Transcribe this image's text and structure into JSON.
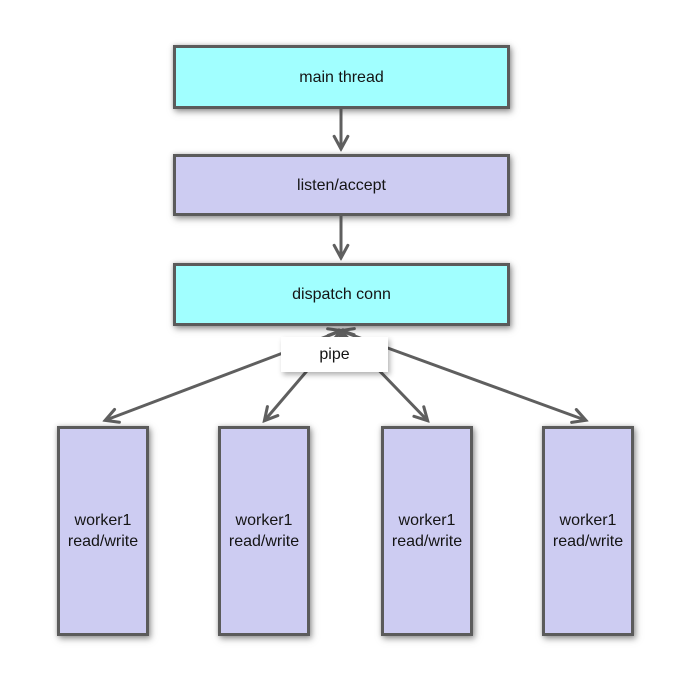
{
  "diagram": {
    "nodes": {
      "main_thread": {
        "label": "main thread",
        "fill": "cyan"
      },
      "listen_accept": {
        "label": "listen/accept",
        "fill": "lavender"
      },
      "dispatch_conn": {
        "label": "dispatch conn",
        "fill": "cyan"
      },
      "pipe": {
        "label": "pipe",
        "fill": "white"
      },
      "workers": [
        {
          "line1": "worker1",
          "line2": "read/write",
          "fill": "lavender"
        },
        {
          "line1": "worker1",
          "line2": "read/write",
          "fill": "lavender"
        },
        {
          "line1": "worker1",
          "line2": "read/write",
          "fill": "lavender"
        },
        {
          "line1": "worker1",
          "line2": "read/write",
          "fill": "lavender"
        }
      ]
    },
    "edges": [
      {
        "from": "main thread",
        "to": "listen/accept",
        "bidirectional": false
      },
      {
        "from": "listen/accept",
        "to": "dispatch conn",
        "bidirectional": false
      },
      {
        "from": "dispatch conn",
        "to": "worker 1",
        "label": "pipe",
        "bidirectional": true
      },
      {
        "from": "dispatch conn",
        "to": "worker 2",
        "label": "pipe",
        "bidirectional": true
      },
      {
        "from": "dispatch conn",
        "to": "worker 3",
        "label": "pipe",
        "bidirectional": true
      },
      {
        "from": "dispatch conn",
        "to": "worker 4",
        "label": "pipe",
        "bidirectional": true
      }
    ],
    "colors": {
      "cyan": "#a1ffff",
      "lavender": "#cdccf2",
      "border": "#5b5b5b",
      "arrow": "#5f5f5f",
      "text": "#141414",
      "background": "#ffffff"
    }
  }
}
